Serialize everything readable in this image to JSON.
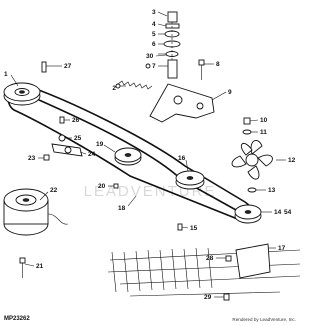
{
  "diagram": {
    "watermark": "LEADVENTURE",
    "image_code": "MP23262",
    "credit": "Rendered by LeadVenture, Inc.",
    "callouts": [
      "1",
      "2",
      "3",
      "4",
      "5",
      "6",
      "7",
      "8",
      "9",
      "10",
      "11",
      "12",
      "13",
      "14",
      "15",
      "16",
      "17",
      "18",
      "19",
      "20",
      "21",
      "22",
      "23",
      "24",
      "25",
      "26",
      "27",
      "28",
      "29",
      "30"
    ],
    "duplicate_callout_54": "54"
  }
}
